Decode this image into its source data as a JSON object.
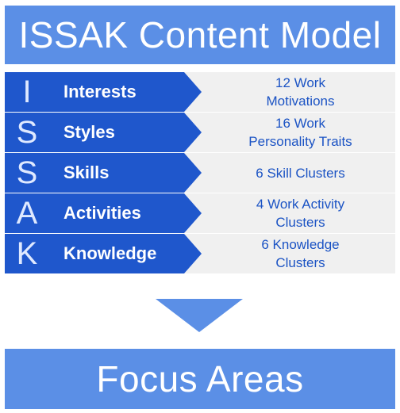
{
  "title": "ISSAK Content Model",
  "footer": "Focus Areas",
  "colors": {
    "banner": "#5b8fe6",
    "dark_blue": "#1f57cc",
    "detail_bg": "#f0f0f0",
    "detail_text": "#1b53c4",
    "down_arrow": "#5b8fe6"
  },
  "rows": [
    {
      "letter": "I",
      "name": "Interests",
      "detail_lines": [
        "12 Work",
        "Motivations"
      ]
    },
    {
      "letter": "S",
      "name": "Styles",
      "detail_lines": [
        "16 Work",
        "Personality Traits"
      ]
    },
    {
      "letter": "S",
      "name": "Skills",
      "detail_lines": [
        "6 Skill Clusters"
      ]
    },
    {
      "letter": "A",
      "name": "Activities",
      "detail_lines": [
        "4 Work Activity",
        "Clusters"
      ]
    },
    {
      "letter": "K",
      "name": "Knowledge",
      "detail_lines": [
        "6 Knowledge",
        "Clusters"
      ]
    }
  ]
}
